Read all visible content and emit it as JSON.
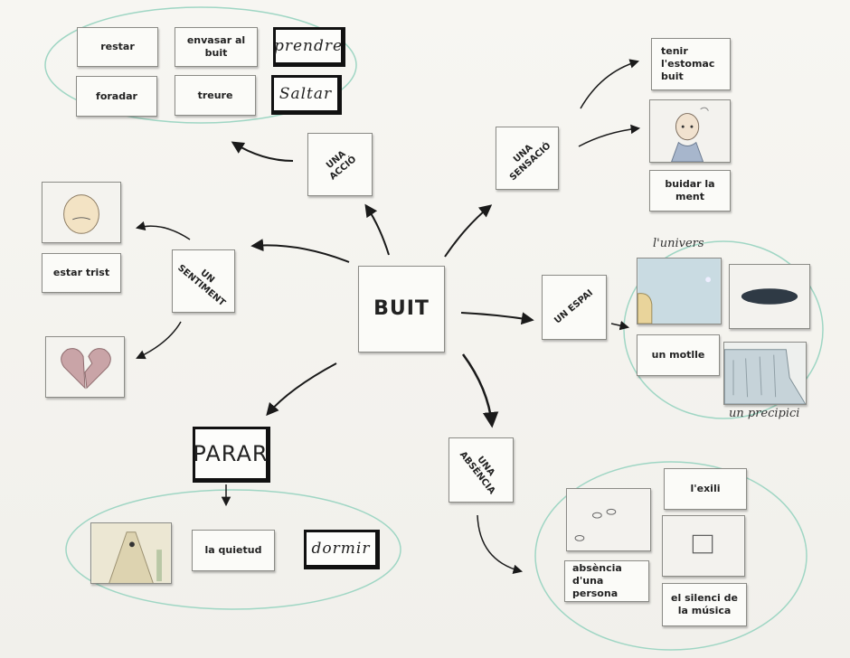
{
  "center": "BUIT",
  "categories": {
    "accio": "UNA ACCIÓ",
    "sensacio": "UNA SENSACIÓ",
    "sentiment": "UN SENTIMENT",
    "espai": "UN ESPAI",
    "absencia": "UNA ABSÈNCIA"
  },
  "accio_cards": [
    "restar",
    "envasar al buit",
    "prendre",
    "foradar",
    "treure",
    "Saltar"
  ],
  "sensacio_cards": [
    "tenir l'estomac buit",
    "buidar la ment"
  ],
  "sentiment_cards": [
    "estar trist"
  ],
  "espai_cards": [
    "un motlle"
  ],
  "espai_labels": [
    "l'univers",
    "un precipici"
  ],
  "parar": {
    "title": "PARAR",
    "cards": [
      "la quietud",
      "dormir"
    ]
  },
  "absencia_cards": [
    "l'exili",
    "absència d'una persona",
    "el silenci de la música"
  ],
  "colors": {
    "cluster_outline": "#9fd6c4",
    "arrow": "#1a1a1a",
    "board": "#f4f3ef"
  }
}
